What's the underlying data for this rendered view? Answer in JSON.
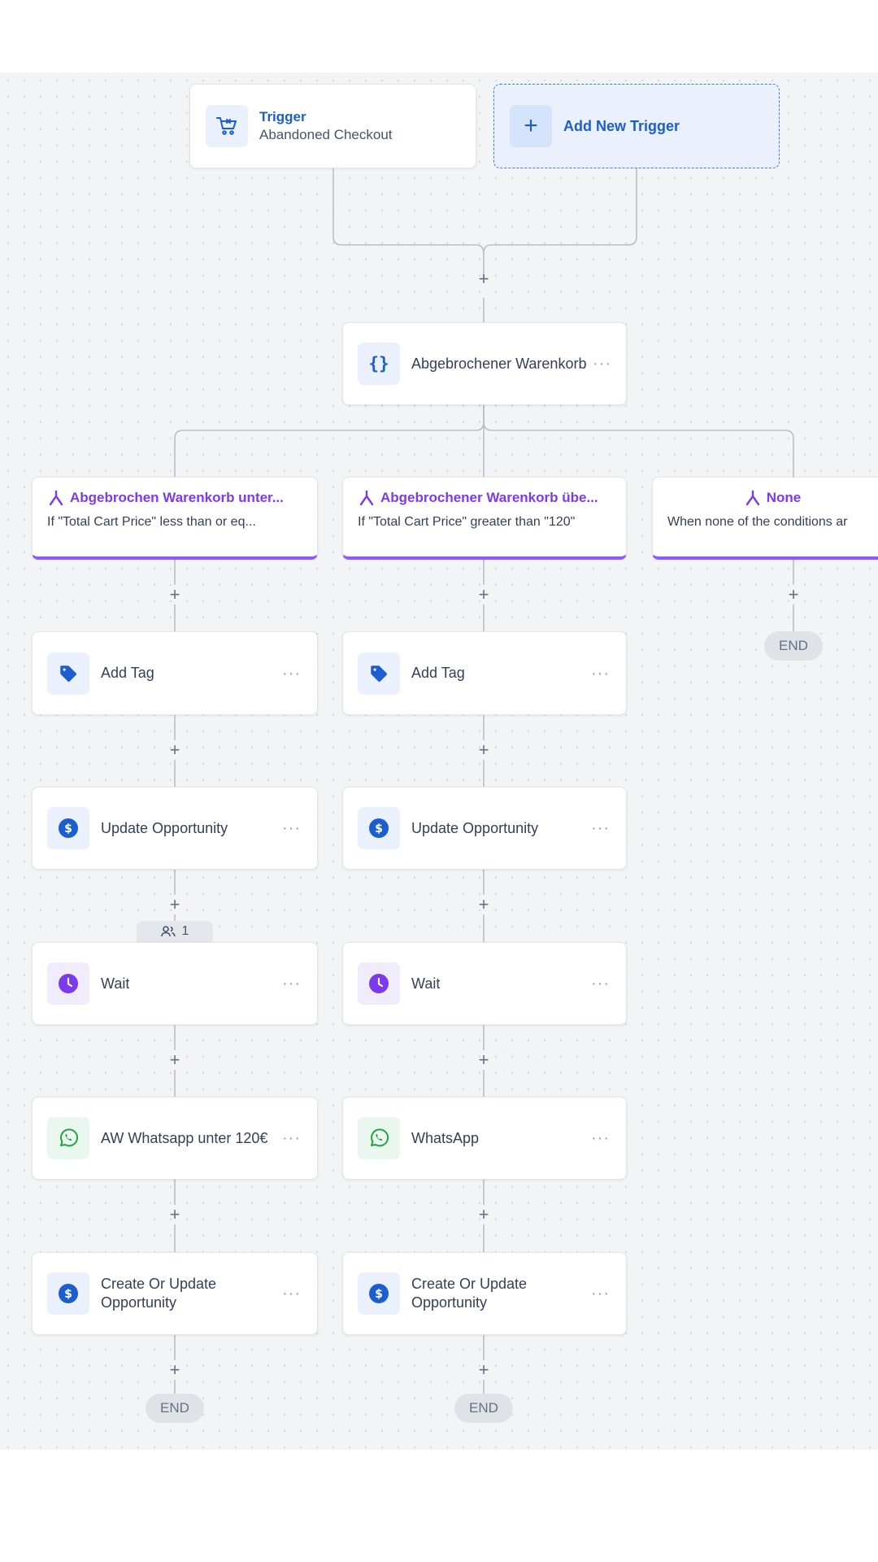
{
  "triggers": {
    "trigger_title": "Trigger",
    "trigger_subtitle": "Abandoned Checkout",
    "add_new_trigger": "Add New Trigger"
  },
  "condition_node": {
    "label": "Abgebrochener Warenkorb",
    "icon": "curly-braces-icon"
  },
  "branches": [
    {
      "title": "Abgebrochen Warenkorb unter...",
      "condition": "If \"Total Cart Price\" less than or eq...",
      "steps": [
        {
          "label": "Add Tag",
          "icon": "tag-icon"
        },
        {
          "label": "Update Opportunity",
          "icon": "dollar-icon"
        },
        {
          "label": "Wait",
          "icon": "clock-icon",
          "contact_count": "1"
        },
        {
          "label": "AW Whatsapp unter 120€",
          "icon": "whatsapp-icon"
        },
        {
          "label": "Create Or Update Opportunity",
          "icon": "dollar-icon"
        }
      ],
      "end_label": "END"
    },
    {
      "title": "Abgebrochener Warenkorb übe...",
      "condition": "If \"Total Cart Price\" greater than \"120\"",
      "steps": [
        {
          "label": "Add Tag",
          "icon": "tag-icon"
        },
        {
          "label": "Update Opportunity",
          "icon": "dollar-icon"
        },
        {
          "label": "Wait",
          "icon": "clock-icon"
        },
        {
          "label": "WhatsApp",
          "icon": "whatsapp-icon"
        },
        {
          "label": "Create Or Update Opportunity",
          "icon": "dollar-icon"
        }
      ],
      "end_label": "END"
    },
    {
      "title": "None",
      "condition": "When none of the conditions ar",
      "steps": [],
      "end_label": "END"
    }
  ],
  "colors": {
    "accent_blue": "#1d5ecf",
    "branch_purple": "#7c3aed",
    "whatsapp_green": "#25a244",
    "canvas_bg": "#f3f4f6"
  }
}
